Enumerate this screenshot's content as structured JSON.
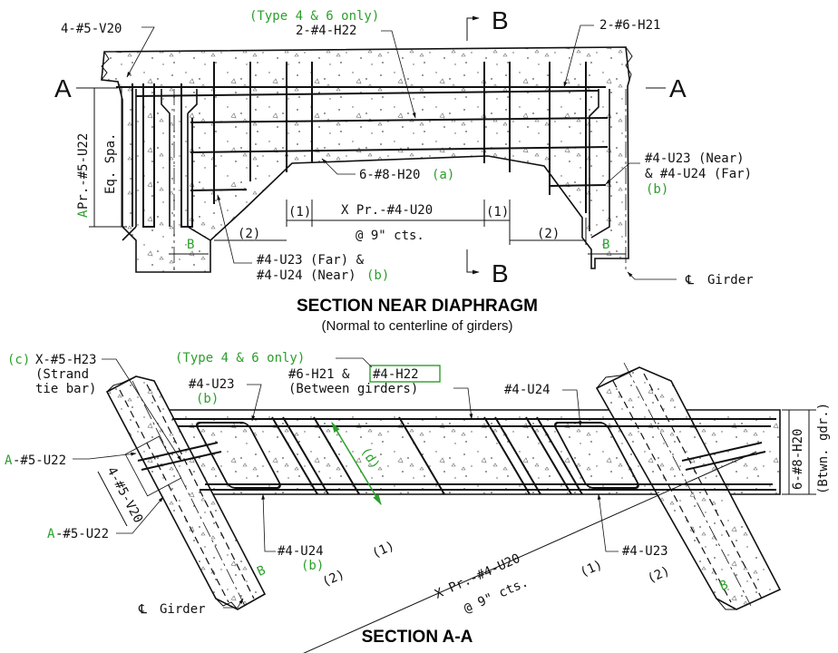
{
  "section_near_diaphragm": {
    "title": "SECTION NEAR DIAPHRAGM",
    "subtitle": "(Normal to centerline of girders)",
    "cut_a_left": "A",
    "cut_a_right": "A",
    "cut_b_top": "B",
    "cut_b_bottom": "B",
    "label_v20": "4-#5-V20",
    "type_note": "(Type 4 & 6 only)",
    "label_h22": "2-#4-H22",
    "label_h21": "2-#6-H21",
    "label_u22_a": "A",
    "label_u22_rest": " Pr.-#5-U22",
    "label_eq_spa": "Eq. Spa.",
    "label_h20": "6-#8-H20",
    "label_h20_note": "(a)",
    "label_u23_near": "#4-U23 (Near)",
    "label_u24_far": "& #4-U24 (Far)",
    "label_b_note_right": "(b)",
    "dim_1_left": "(1)",
    "dim_1_right": "(1)",
    "label_u20": "X Pr.-#4-U20",
    "label_u20_spacing": "@ 9\" cts.",
    "dim_2_left": "(2)",
    "dim_2_right": "(2)",
    "dim_b_left": "B",
    "dim_b_right": "B",
    "label_u23_far": "#4-U23 (Far) &",
    "label_u24_near": "#4-U24 (Near)",
    "label_b_note_bottom": "(b)",
    "cl_symbol": "℄",
    "cl_girder": "Girder"
  },
  "section_a_a": {
    "title": "SECTION A-A",
    "note_c": "(c)",
    "label_h23": "X-#5-H23",
    "label_strand_1": "(Strand",
    "label_strand_2": "tie bar)",
    "type_note": "(Type 4 & 6 only)",
    "label_h21_h22": "#6-H21 &",
    "label_h22_boxed": "#4-H22",
    "label_between": "(Between girders)",
    "label_u23": "#4-U23",
    "label_u23_b": "(b)",
    "label_u24_top": "#4-U24",
    "label_u22_top_a": "A",
    "label_u22_top": "-#5-U22",
    "label_v20": "4-#5-V20",
    "label_u22_bot_a": "A",
    "label_u22_bot": "-#5-U22",
    "dim_d": "(d)",
    "label_h20": "6-#8-H20",
    "label_btwn": "(Btwn. gdr.)",
    "label_u24_bottom": "#4-U24",
    "label_u24_b": "(b)",
    "dim_1_left": "(1)",
    "dim_1_right": "(1)",
    "dim_2_left": "(2)",
    "dim_2_right": "(2)",
    "label_u20": "X Pr.-#4-U20",
    "label_u20_spacing": "@ 9\" cts.",
    "label_u23_bottom": "#4-U23",
    "dim_b_left": "B",
    "dim_b_right": "B",
    "cl_symbol": "℄",
    "cl_girder": "Girder"
  },
  "colors": {
    "note_green": "#2aa02a",
    "ink": "#111111"
  }
}
